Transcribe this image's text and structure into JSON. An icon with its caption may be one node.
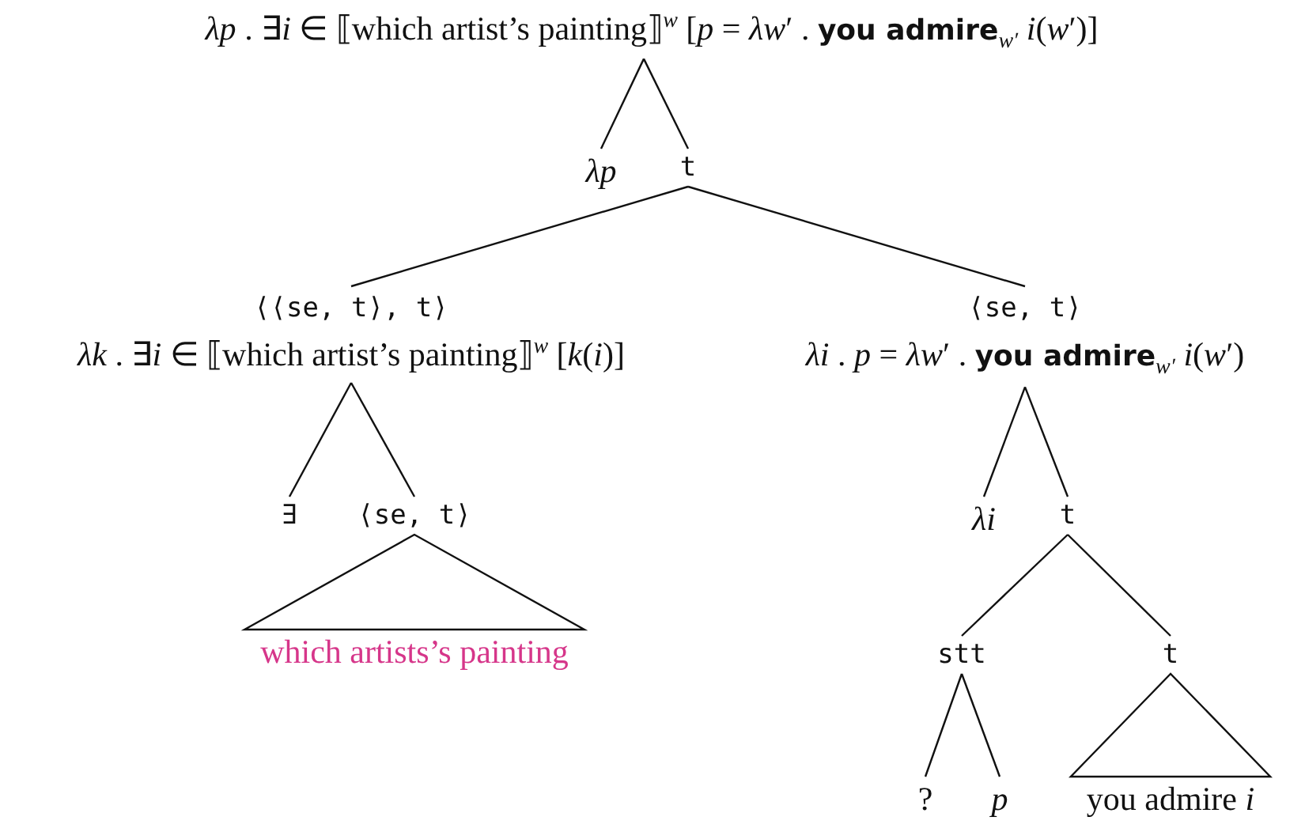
{
  "diagram": {
    "nodes": [
      {
        "text": [
          "*λp* . ∃*i* ∈ ⟦which artist’s painting⟧$^{w}$ [*p* = *λw*′ . **you admire**$_{w′}$ *i*(*w*′)]"
        ]
      },
      {
        "text": [
          "*λp*"
        ]
      },
      {
        "text": [
          "t"
        ]
      },
      {
        "text": [
          "⟨⟨se, t⟩, t⟩",
          "*λk* . ∃*i* ∈ ⟦which artist’s painting⟧$^{w}$ [*k*(*i*)]"
        ]
      },
      {
        "text": [
          "∃"
        ]
      },
      {
        "text": [
          "⟨se, t⟩"
        ]
      },
      {
        "text": [
          "which artists’s painting"
        ]
      },
      {
        "text": [
          "⟨se, t⟩",
          "*λi* . *p* = *λw*′ . **you admire**$_{w′}$ *i*(*w*′)"
        ]
      },
      {
        "text": [
          "*λi*"
        ]
      },
      {
        "text": [
          "t"
        ]
      },
      {
        "text": [
          "stt"
        ]
      },
      {
        "text": [
          "t"
        ]
      },
      {
        "text": [
          "?"
        ]
      },
      {
        "text": [
          "*p*"
        ]
      },
      {
        "text": [
          "you admire *i*"
        ]
      }
    ],
    "edges": [
      {
        "from": 0,
        "to": 1,
        "arrow": "none"
      },
      {
        "from": 0,
        "to": 2,
        "arrow": "none"
      },
      {
        "from": 2,
        "to": 3,
        "arrow": "none"
      },
      {
        "from": 2,
        "to": 7,
        "arrow": "none"
      },
      {
        "from": 3,
        "to": 4,
        "arrow": "none"
      },
      {
        "from": 3,
        "to": 5,
        "arrow": "none"
      },
      {
        "from": 5,
        "to": 6,
        "arrow": "none"
      },
      {
        "from": 7,
        "to": 8,
        "arrow": "none"
      },
      {
        "from": 7,
        "to": 9,
        "arrow": "none"
      },
      {
        "from": 9,
        "to": 10,
        "arrow": "none"
      },
      {
        "from": 9,
        "to": 11,
        "arrow": "none"
      },
      {
        "from": 10,
        "to": 12,
        "arrow": "none"
      },
      {
        "from": 10,
        "to": 13,
        "arrow": "none"
      },
      {
        "from": 11,
        "to": 14,
        "arrow": "none"
      }
    ]
  }
}
